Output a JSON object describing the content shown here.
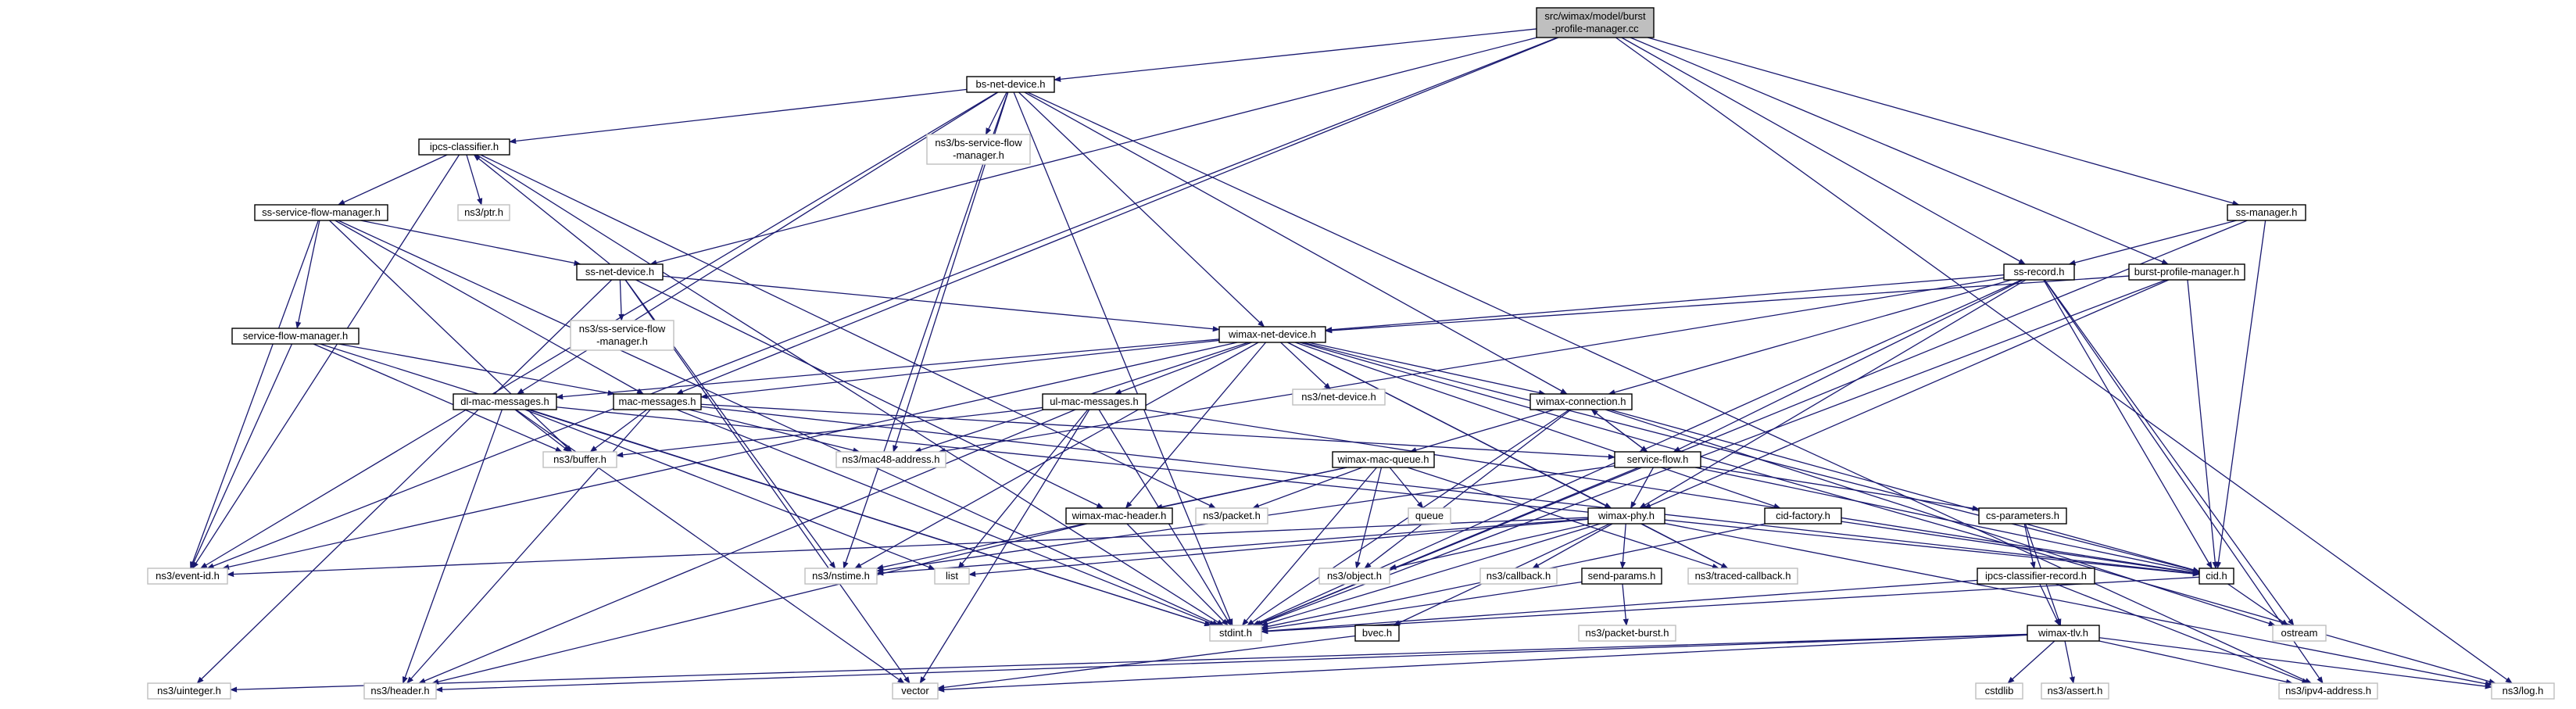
{
  "colors": {
    "edge": "#191970",
    "node_border": "#000000",
    "external_border": "#bfbfbf",
    "root_fill": "#bfbfbf",
    "node_fill": "#ffffff",
    "external_text": "#404040"
  },
  "nodes": [
    {
      "id": "root",
      "lines": [
        "src/wimax/model/burst",
        "-profile-manager.cc"
      ],
      "kind": "root"
    },
    {
      "id": "bs-net-device",
      "lines": [
        "bs-net-device.h"
      ],
      "kind": "internal"
    },
    {
      "id": "ns3-bs-sfm",
      "lines": [
        "ns3/bs-service-flow",
        "-manager.h"
      ],
      "kind": "external"
    },
    {
      "id": "ipcs-classifier",
      "lines": [
        "ipcs-classifier.h"
      ],
      "kind": "internal"
    },
    {
      "id": "ns3-ptr",
      "lines": [
        "ns3/ptr.h"
      ],
      "kind": "external"
    },
    {
      "id": "ss-sfm",
      "lines": [
        "ss-service-flow-manager.h"
      ],
      "kind": "internal"
    },
    {
      "id": "ss-net-device",
      "lines": [
        "ss-net-device.h"
      ],
      "kind": "internal"
    },
    {
      "id": "ns3-ss-sfm",
      "lines": [
        "ns3/ss-service-flow",
        "-manager.h"
      ],
      "kind": "external"
    },
    {
      "id": "sfm",
      "lines": [
        "service-flow-manager.h"
      ],
      "kind": "internal"
    },
    {
      "id": "wimax-net-device",
      "lines": [
        "wimax-net-device.h"
      ],
      "kind": "internal"
    },
    {
      "id": "ns3-net-device",
      "lines": [
        "ns3/net-device.h"
      ],
      "kind": "external"
    },
    {
      "id": "dl-mac-messages",
      "lines": [
        "dl-mac-messages.h"
      ],
      "kind": "internal"
    },
    {
      "id": "mac-messages",
      "lines": [
        "mac-messages.h"
      ],
      "kind": "internal"
    },
    {
      "id": "ul-mac-messages",
      "lines": [
        "ul-mac-messages.h"
      ],
      "kind": "internal"
    },
    {
      "id": "ns3-buffer",
      "lines": [
        "ns3/buffer.h"
      ],
      "kind": "external"
    },
    {
      "id": "ns3-mac48",
      "lines": [
        "ns3/mac48-address.h"
      ],
      "kind": "external"
    },
    {
      "id": "wimax-connection",
      "lines": [
        "wimax-connection.h"
      ],
      "kind": "internal"
    },
    {
      "id": "wimax-mac-queue",
      "lines": [
        "wimax-mac-queue.h"
      ],
      "kind": "internal"
    },
    {
      "id": "service-flow",
      "lines": [
        "service-flow.h"
      ],
      "kind": "internal"
    },
    {
      "id": "wimax-mac-header",
      "lines": [
        "wimax-mac-header.h"
      ],
      "kind": "internal"
    },
    {
      "id": "ns3-packet",
      "lines": [
        "ns3/packet.h"
      ],
      "kind": "external"
    },
    {
      "id": "queue",
      "lines": [
        "queue"
      ],
      "kind": "external"
    },
    {
      "id": "wimax-phy",
      "lines": [
        "wimax-phy.h"
      ],
      "kind": "internal"
    },
    {
      "id": "cid-factory",
      "lines": [
        "cid-factory.h"
      ],
      "kind": "internal"
    },
    {
      "id": "cs-parameters",
      "lines": [
        "cs-parameters.h"
      ],
      "kind": "internal"
    },
    {
      "id": "ns3-event-id",
      "lines": [
        "ns3/event-id.h"
      ],
      "kind": "external"
    },
    {
      "id": "ns3-nstime",
      "lines": [
        "ns3/nstime.h"
      ],
      "kind": "external"
    },
    {
      "id": "list",
      "lines": [
        "list"
      ],
      "kind": "external"
    },
    {
      "id": "ns3-object",
      "lines": [
        "ns3/object.h"
      ],
      "kind": "external"
    },
    {
      "id": "ns3-callback",
      "lines": [
        "ns3/callback.h"
      ],
      "kind": "external"
    },
    {
      "id": "send-params",
      "lines": [
        "send-params.h"
      ],
      "kind": "internal"
    },
    {
      "id": "ns3-traced-cb",
      "lines": [
        "ns3/traced-callback.h"
      ],
      "kind": "external"
    },
    {
      "id": "ipcs-classifier-record",
      "lines": [
        "ipcs-classifier-record.h"
      ],
      "kind": "internal"
    },
    {
      "id": "cid",
      "lines": [
        "cid.h"
      ],
      "kind": "internal"
    },
    {
      "id": "ostream",
      "lines": [
        "ostream"
      ],
      "kind": "external"
    },
    {
      "id": "stdint",
      "lines": [
        "stdint.h"
      ],
      "kind": "external"
    },
    {
      "id": "ns3-packet-burst",
      "lines": [
        "ns3/packet-burst.h"
      ],
      "kind": "external"
    },
    {
      "id": "bvec",
      "lines": [
        "bvec.h"
      ],
      "kind": "internal"
    },
    {
      "id": "wimax-tlv",
      "lines": [
        "wimax-tlv.h"
      ],
      "kind": "internal"
    },
    {
      "id": "ns3-uinteger",
      "lines": [
        "ns3/uinteger.h"
      ],
      "kind": "external"
    },
    {
      "id": "ns3-header",
      "lines": [
        "ns3/header.h"
      ],
      "kind": "external"
    },
    {
      "id": "vector",
      "lines": [
        "vector"
      ],
      "kind": "external"
    },
    {
      "id": "cstdlib",
      "lines": [
        "cstdlib"
      ],
      "kind": "external"
    },
    {
      "id": "ns3-assert",
      "lines": [
        "ns3/assert.h"
      ],
      "kind": "external"
    },
    {
      "id": "ns3-ipv4",
      "lines": [
        "ns3/ipv4-address.h"
      ],
      "kind": "external"
    },
    {
      "id": "ns3-log",
      "lines": [
        "ns3/log.h"
      ],
      "kind": "external"
    },
    {
      "id": "ss-manager",
      "lines": [
        "ss-manager.h"
      ],
      "kind": "internal"
    },
    {
      "id": "ss-record",
      "lines": [
        "ss-record.h"
      ],
      "kind": "internal"
    },
    {
      "id": "burst-profile-manager",
      "lines": [
        "burst-profile-manager.h"
      ],
      "kind": "internal"
    }
  ],
  "edges": [
    [
      "root",
      "bs-net-device"
    ],
    [
      "root",
      "ss-net-device"
    ],
    [
      "root",
      "ss-manager"
    ],
    [
      "root",
      "ss-record"
    ],
    [
      "root",
      "burst-profile-manager"
    ],
    [
      "root",
      "ns3-log"
    ],
    [
      "root",
      "mac-messages"
    ],
    [
      "root",
      "ns3-event-id"
    ],
    [
      "bs-net-device",
      "ns3-bs-sfm"
    ],
    [
      "bs-net-device",
      "ipcs-classifier"
    ],
    [
      "bs-net-device",
      "wimax-net-device"
    ],
    [
      "bs-net-device",
      "wimax-connection"
    ],
    [
      "bs-net-device",
      "ns3-nstime"
    ],
    [
      "bs-net-device",
      "stdint"
    ],
    [
      "bs-net-device",
      "ns3-mac48"
    ],
    [
      "bs-net-device",
      "dl-mac-messages"
    ],
    [
      "bs-net-device",
      "ns3-ipv4"
    ],
    [
      "bs-net-device",
      "ns3-event-id"
    ],
    [
      "ipcs-classifier",
      "ns3-ptr"
    ],
    [
      "ipcs-classifier",
      "ss-sfm"
    ],
    [
      "ipcs-classifier",
      "stdint"
    ],
    [
      "ipcs-classifier",
      "ns3-packet"
    ],
    [
      "ipcs-classifier",
      "ns3-event-id"
    ],
    [
      "ss-sfm",
      "ss-net-device"
    ],
    [
      "ss-sfm",
      "sfm"
    ],
    [
      "ss-sfm",
      "mac-messages"
    ],
    [
      "ss-sfm",
      "ns3-buffer"
    ],
    [
      "ss-sfm",
      "ns3-event-id"
    ],
    [
      "ss-sfm",
      "stdint"
    ],
    [
      "ss-net-device",
      "ns3-ss-sfm"
    ],
    [
      "ss-net-device",
      "wimax-net-device"
    ],
    [
      "ss-net-device",
      "ns3-nstime"
    ],
    [
      "ss-net-device",
      "ns3-uinteger"
    ],
    [
      "ss-net-device",
      "wimax-mac-header"
    ],
    [
      "ss-net-device",
      "ipcs-classifier"
    ],
    [
      "ss-net-device",
      "vector"
    ],
    [
      "sfm",
      "mac-messages"
    ],
    [
      "sfm",
      "ns3-buffer"
    ],
    [
      "sfm",
      "ns3-event-id"
    ],
    [
      "sfm",
      "stdint"
    ],
    [
      "wimax-net-device",
      "ns3-net-device"
    ],
    [
      "wimax-net-device",
      "dl-mac-messages"
    ],
    [
      "wimax-net-device",
      "mac-messages"
    ],
    [
      "wimax-net-device",
      "ul-mac-messages"
    ],
    [
      "wimax-net-device",
      "wimax-connection"
    ],
    [
      "wimax-net-device",
      "ns3-mac48"
    ],
    [
      "wimax-net-device",
      "wimax-phy"
    ],
    [
      "wimax-net-device",
      "cid-factory"
    ],
    [
      "wimax-net-device",
      "cid"
    ],
    [
      "wimax-net-device",
      "ns3-traced-cb"
    ],
    [
      "wimax-net-device",
      "ns3-nstime"
    ],
    [
      "wimax-net-device",
      "ns3-event-id"
    ],
    [
      "wimax-net-device",
      "wimax-mac-header"
    ],
    [
      "wimax-net-device",
      "ns3-log"
    ],
    [
      "dl-mac-messages",
      "ns3-buffer"
    ],
    [
      "dl-mac-messages",
      "ns3-header"
    ],
    [
      "dl-mac-messages",
      "stdint"
    ],
    [
      "dl-mac-messages",
      "vector"
    ],
    [
      "dl-mac-messages",
      "cid"
    ],
    [
      "dl-mac-messages",
      "list"
    ],
    [
      "mac-messages",
      "ns3-buffer"
    ],
    [
      "mac-messages",
      "ns3-mac48"
    ],
    [
      "mac-messages",
      "service-flow"
    ],
    [
      "mac-messages",
      "cid"
    ],
    [
      "mac-messages",
      "stdint"
    ],
    [
      "mac-messages",
      "ns3-header"
    ],
    [
      "ul-mac-messages",
      "ns3-buffer"
    ],
    [
      "ul-mac-messages",
      "stdint"
    ],
    [
      "ul-mac-messages",
      "vector"
    ],
    [
      "ul-mac-messages",
      "list"
    ],
    [
      "ul-mac-messages",
      "ns3-header"
    ],
    [
      "ul-mac-messages",
      "cid"
    ],
    [
      "wimax-connection",
      "wimax-mac-queue"
    ],
    [
      "wimax-connection",
      "service-flow"
    ],
    [
      "wimax-connection",
      "cid"
    ],
    [
      "wimax-connection",
      "ns3-object"
    ],
    [
      "wimax-connection",
      "stdint"
    ],
    [
      "wimax-connection",
      "ostream"
    ],
    [
      "wimax-mac-queue",
      "wimax-mac-header"
    ],
    [
      "wimax-mac-queue",
      "ns3-packet"
    ],
    [
      "wimax-mac-queue",
      "queue"
    ],
    [
      "wimax-mac-queue",
      "ns3-object"
    ],
    [
      "wimax-mac-queue",
      "ns3-traced-cb"
    ],
    [
      "wimax-mac-queue",
      "ns3-nstime"
    ],
    [
      "wimax-mac-queue",
      "stdint"
    ],
    [
      "service-flow",
      "wimax-connection"
    ],
    [
      "service-flow",
      "wimax-phy"
    ],
    [
      "service-flow",
      "cs-parameters"
    ],
    [
      "service-flow",
      "cid"
    ],
    [
      "service-flow",
      "ns3-nstime"
    ],
    [
      "service-flow",
      "stdint"
    ],
    [
      "wimax-mac-header",
      "ns3-header"
    ],
    [
      "wimax-mac-header",
      "stdint"
    ],
    [
      "wimax-phy",
      "ns3-object"
    ],
    [
      "wimax-phy",
      "ns3-callback"
    ],
    [
      "wimax-phy",
      "send-params"
    ],
    [
      "wimax-phy",
      "ns3-traced-cb"
    ],
    [
      "wimax-phy",
      "ns3-nstime"
    ],
    [
      "wimax-phy",
      "stdint"
    ],
    [
      "wimax-phy",
      "list"
    ],
    [
      "wimax-phy",
      "bvec"
    ],
    [
      "wimax-phy",
      "ns3-event-id"
    ],
    [
      "wimax-phy",
      "ns3-log"
    ],
    [
      "send-params",
      "ns3-packet-burst"
    ],
    [
      "send-params",
      "stdint"
    ],
    [
      "cid-factory",
      "cid"
    ],
    [
      "cid-factory",
      "stdint"
    ],
    [
      "cs-parameters",
      "ipcs-classifier-record"
    ],
    [
      "cs-parameters",
      "wimax-tlv"
    ],
    [
      "ipcs-classifier-record",
      "wimax-tlv"
    ],
    [
      "ipcs-classifier-record",
      "stdint"
    ],
    [
      "ipcs-classifier-record",
      "ns3-ipv4"
    ],
    [
      "cid",
      "ostream"
    ],
    [
      "cid",
      "stdint"
    ],
    [
      "bvec",
      "vector"
    ],
    [
      "wimax-tlv",
      "ns3-uinteger"
    ],
    [
      "wimax-tlv",
      "ns3-header"
    ],
    [
      "wimax-tlv",
      "vector"
    ],
    [
      "wimax-tlv",
      "cstdlib"
    ],
    [
      "wimax-tlv",
      "ns3-assert"
    ],
    [
      "wimax-tlv",
      "ns3-ipv4"
    ],
    [
      "wimax-tlv",
      "ns3-log"
    ],
    [
      "ss-manager",
      "ss-record"
    ],
    [
      "ss-manager",
      "cid"
    ],
    [
      "ss-manager",
      "stdint"
    ],
    [
      "ss-record",
      "wimax-net-device"
    ],
    [
      "ss-record",
      "wimax-connection"
    ],
    [
      "ss-record",
      "service-flow"
    ],
    [
      "ss-record",
      "wimax-phy"
    ],
    [
      "ss-record",
      "ns3-mac48"
    ],
    [
      "ss-record",
      "ostream"
    ],
    [
      "ss-record",
      "stdint"
    ],
    [
      "ss-record",
      "ns3-ipv4"
    ],
    [
      "ss-record",
      "cid"
    ],
    [
      "burst-profile-manager",
      "wimax-net-device"
    ],
    [
      "burst-profile-manager",
      "wimax-phy"
    ],
    [
      "burst-profile-manager",
      "cid"
    ],
    [
      "burst-profile-manager",
      "stdint"
    ]
  ]
}
